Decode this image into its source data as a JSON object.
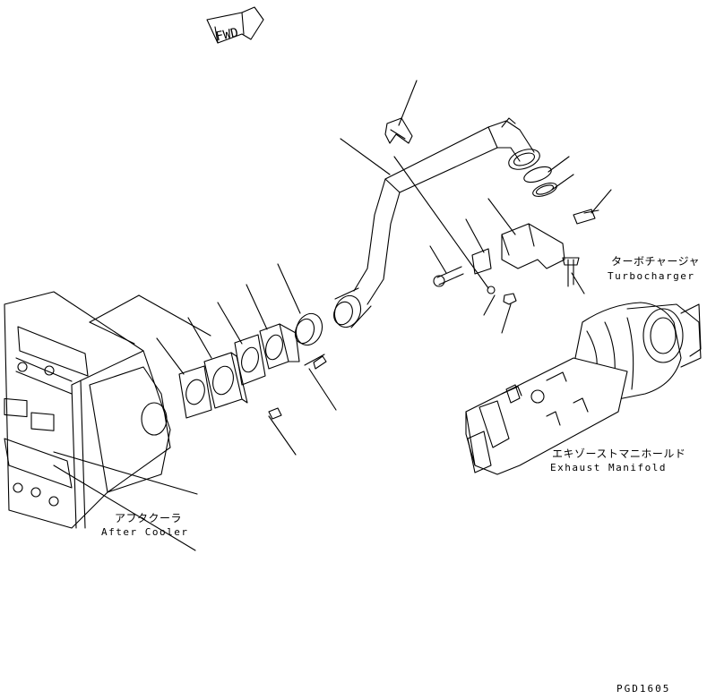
{
  "labels": {
    "fwd": "FWD",
    "turbo_jp": "ターボチャージャ",
    "turbo_en": "Turbocharger",
    "manifold_jp": "エキゾーストマニホールド",
    "manifold_en": "Exhaust Manifold",
    "cooler_jp": "アフタクーラ",
    "cooler_en": "After Cooler",
    "drawing_code": "PGD1605"
  }
}
